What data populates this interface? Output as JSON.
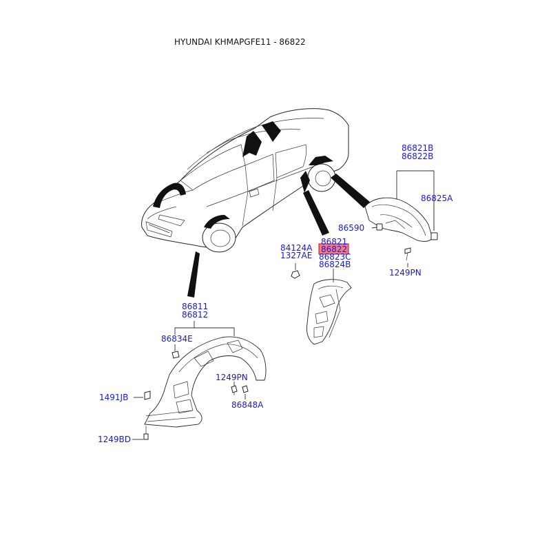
{
  "header": {
    "title": "HYUNDAI KHMAPGFE11 - 86822"
  },
  "colors": {
    "label": "#1a1ad6",
    "highlight_fill": "#f07b86",
    "highlight_border": "#c0142a",
    "line": "#2b2b2b"
  },
  "parts": {
    "p86821B": "86821B",
    "p86822B": "86822B",
    "p86825A": "86825A",
    "p86590": "86590",
    "p1249PN_rear": "1249PN",
    "p86821": "86821",
    "p86822": "86822",
    "p86823C": "86823C",
    "p86824B": "86824B",
    "p84124A": "84124A",
    "p1327AE": "1327AE",
    "p86811": "86811",
    "p86812": "86812",
    "p86834E": "86834E",
    "p1249PN_front": "1249PN",
    "p86848A": "86848A",
    "p1491JB": "1491JB",
    "p1249BD": "1249BD"
  }
}
